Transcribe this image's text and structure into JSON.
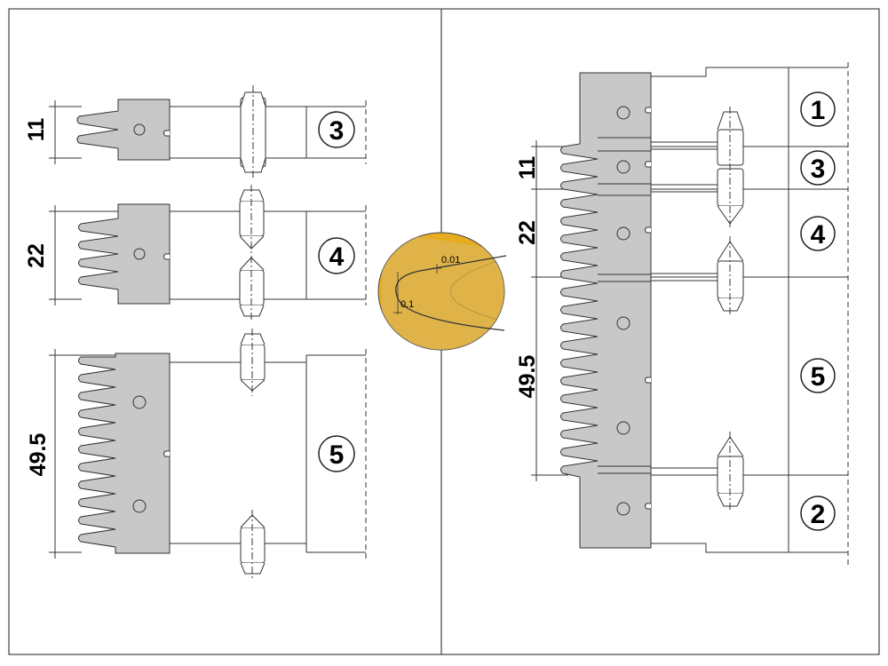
{
  "colors": {
    "tool": "#c8c8c8",
    "detail": "#e8ad1f"
  },
  "left_panel": {
    "parts": [
      {
        "label": "3",
        "dimension": "11"
      },
      {
        "label": "4",
        "dimension": "22"
      },
      {
        "label": "5",
        "dimension": "49.5"
      }
    ]
  },
  "right_panel": {
    "labels": [
      "1",
      "3",
      "4",
      "5",
      "2"
    ],
    "dimensions": [
      "11",
      "22",
      "49.5"
    ]
  },
  "detail": {
    "annotations": [
      "0.01",
      "0.1"
    ]
  }
}
